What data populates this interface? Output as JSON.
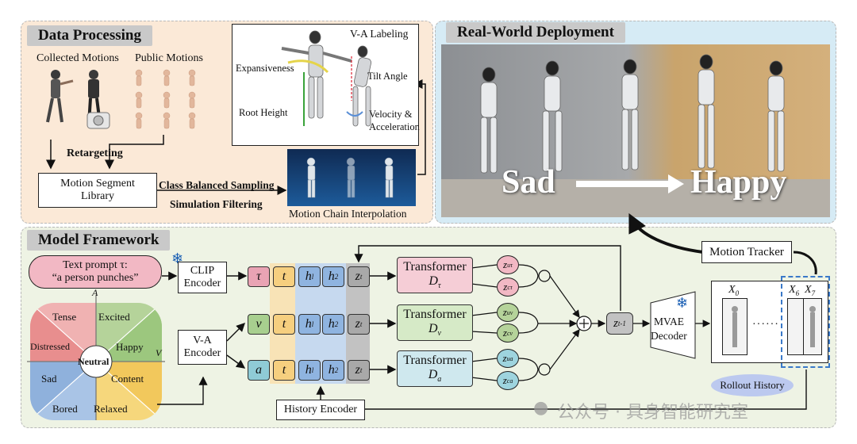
{
  "data_processing": {
    "title": "Data Processing",
    "collected_motions": "Collected Motions",
    "public_motions": "Public Motions",
    "retargeting": "Retargeting",
    "library_line1": "Motion Segment",
    "library_line2": "Library",
    "class_balanced": "Class Balanced Sampling",
    "sim_filtering": "Simulation Filtering",
    "interp_label": "Motion Chain Interpolation",
    "va_title": "V-A Labeling",
    "expansiveness": "Expansiveness",
    "root_height": "Root Height",
    "tilt_angle": "Tilt Angle",
    "velocity_line1": "Velocity &",
    "velocity_line2": "Acceleration"
  },
  "deployment": {
    "title": "Real-World Deployment",
    "from_label": "Sad",
    "to_label": "Happy"
  },
  "model": {
    "title": "Model Framework",
    "text_prompt_line1": "Text prompt τ:",
    "text_prompt_line2": "“a person punches”",
    "clip_line1": "CLIP",
    "clip_line2": "Encoder",
    "va_line1": "V-A",
    "va_line2": "Encoder",
    "history_encoder": "History Encoder",
    "motion_tracker": "Motion Tracker",
    "mvae_line1": "MVAE",
    "mvae_line2": "Decoder",
    "rollout_history": "Rollout History",
    "x0": "X",
    "x0_sub": "0",
    "x6": "X",
    "x6_sub": "6",
    "x7": "X",
    "x7_sub": "7",
    "dots": "······",
    "zt1": "z",
    "zt1_sub": "t-1",
    "transformer": "Transformer",
    "rows": [
      {
        "first": "τ",
        "sub": "τ",
        "color": "#e9a3b4"
      },
      {
        "first": "v",
        "sub": "v",
        "color": "#a8cf8f"
      },
      {
        "first": "a",
        "sub": "a",
        "color": "#8fcbd6"
      }
    ],
    "tokens": [
      "t",
      "h",
      "h",
      "z"
    ],
    "token_subs": [
      "",
      "l",
      "2",
      "t"
    ],
    "wheel": {
      "axis_a": "A",
      "axis_v": "V",
      "center": "Neutral",
      "labels": [
        "Tense",
        "Excited",
        "Distressed",
        "Happy",
        "Sad",
        "Content",
        "Bored",
        "Relaxed"
      ]
    }
  },
  "watermark": "公众号 · 具身智能研究室",
  "colors": {
    "data_panel_bg": "#fbe9d7",
    "deploy_panel_bg": "#d6ebf5",
    "model_panel_bg": "#eef3e4",
    "pink": "#e9a3b4",
    "green": "#a8cf8f",
    "cyan": "#8fcbd6",
    "orange": "#f6cf7f",
    "blue": "#8fb4e0",
    "gray": "#a9a9a9"
  }
}
